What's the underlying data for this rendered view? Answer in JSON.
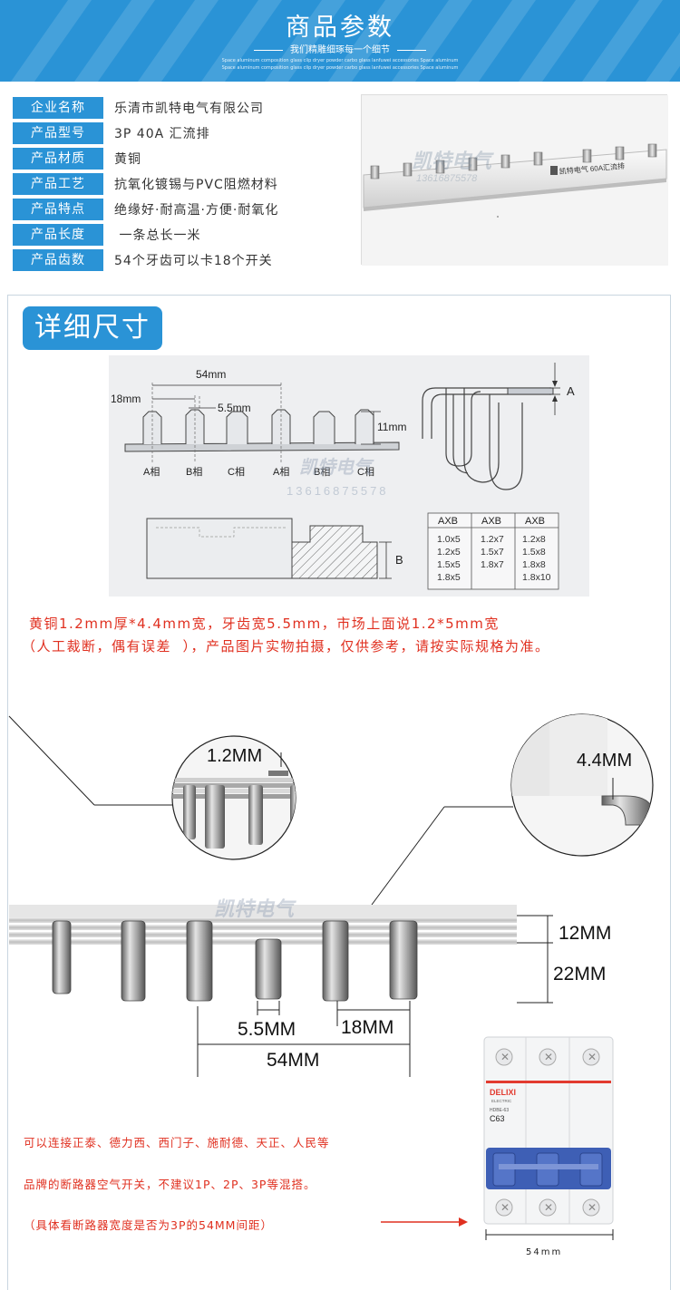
{
  "header": {
    "title": "商品参数",
    "subtitle": "我们精雕细琢每一个细节",
    "english_line1": "Space aluminum composition glass clip dryer powder carbo glass lanfuwei accessories Space aluminum",
    "english_line2": "Space aluminum composition glass clip dryer powder carbo glass lanfuwei accessories Space aluminum"
  },
  "params": [
    {
      "label": "企业名称",
      "value": "乐清市凯特电气有限公司"
    },
    {
      "label": "产品型号",
      "value": "3P 40A 汇流排"
    },
    {
      "label": "产品材质",
      "value": "黄铜"
    },
    {
      "label": "产品工艺",
      "value": "抗氧化镀锡与PVC阻燃材料"
    },
    {
      "label": "产品特点",
      "value": "绝缘好·耐高温·方便·耐氧化"
    },
    {
      "label": "产品长度",
      "value": " 一条总长一米"
    },
    {
      "label": "产品齿数",
      "value": "54个牙齿可以卡18个开关"
    }
  ],
  "photo": {
    "print_text": "凯特电气 60A汇流排",
    "watermark": "凯特电气",
    "watermark_phone": "13616875578"
  },
  "section": {
    "badge": "详细尺寸"
  },
  "drawing": {
    "dim_54": "54mm",
    "dim_18": "18mm",
    "dim_55": "5.5mm",
    "dim_11": "11mm",
    "phases": [
      "A相",
      "B相",
      "C相",
      "A相",
      "B相",
      "C相"
    ],
    "label_a": "A",
    "label_b": "B",
    "watermark": "凯特电气",
    "watermark_phone": "13616875578",
    "table": {
      "headers": [
        "AXB",
        "AXB",
        "AXB"
      ],
      "columns": [
        [
          "1.0x5",
          "1.2x5",
          "1.5x5",
          "1.8x5"
        ],
        [
          "1.2x7",
          "1.5x7",
          "1.8x7"
        ],
        [
          "1.2x8",
          "1.5x8",
          "1.8x8",
          "1.8x10"
        ]
      ]
    }
  },
  "notes": {
    "line1": "黄铜1.2mm厚*4.4mm宽，牙齿宽5.5mm，市场上面说1.2*5mm宽",
    "line2": "（人工裁断，偶有误差  ），产品图片实物拍摄，仅供参考，请按实际规格为准。"
  },
  "closeup": {
    "thickness": "1.2MM",
    "width": "4.4MM",
    "dim_12": "12MM",
    "dim_22": "22MM",
    "dim_55": "5.5MM",
    "dim_18": "18MM",
    "dim_54": "54MM",
    "watermark": "凯特电气"
  },
  "compat": {
    "line1": "可以连接正泰、德力西、西门子、施耐德、天正、人民等",
    "line2": "品牌的断路器空气开关，不建议1P、2P、3P等混搭。",
    "line3": "（具体看断路器宽度是否为3P的54MM间距）"
  },
  "breaker": {
    "brand": "DELIXI",
    "brand_sub": "ELECTRIC",
    "model": "HDBE-63",
    "rating": "C63",
    "width_label": "54mm"
  },
  "colors": {
    "accent": "#2a93d6",
    "note_red": "#e03020"
  }
}
